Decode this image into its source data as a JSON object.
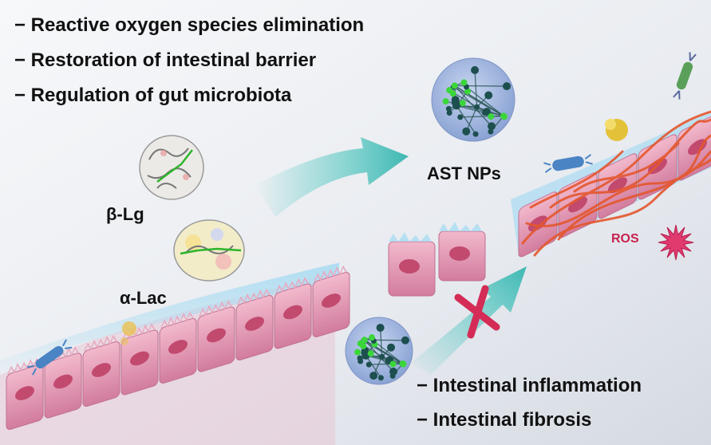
{
  "benefits": [
    "− Reactive oxygen species elimination",
    "− Restoration of intestinal barrier",
    "− Regulation of gut microbiota"
  ],
  "labels": {
    "beta_lg": "β-Lg",
    "alpha_lac": "α-Lac",
    "ast_nps": "AST NPs",
    "ros": "ROS"
  },
  "conditions": [
    "− Intestinal inflammation",
    "− Intestinal fibrosis"
  ],
  "colors": {
    "arrow": "#48c4bd",
    "cell_fill": "#d986a6",
    "nucleus": "#c24a6f",
    "fibrosis": "#e4572e",
    "blocked_cross": "#d42c56",
    "nanoparticle": "#9fb3dc",
    "node_dark": "#1d4f4f",
    "node_green": "#3ad63a"
  },
  "icons": [
    "protein-icon",
    "nanoparticle-icon",
    "bacteria-icon",
    "ros-star-icon",
    "cross-mark-icon"
  ]
}
